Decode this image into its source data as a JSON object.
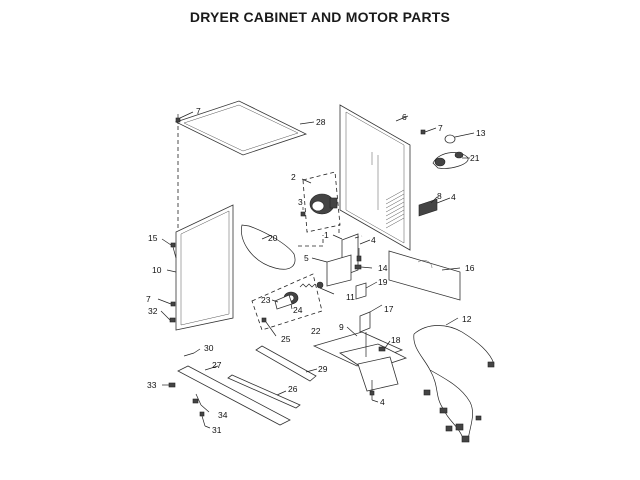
{
  "title": "DRYER CABINET AND MOTOR PARTS",
  "callouts": {
    "c7a": "7",
    "c28": "28",
    "c6": "6",
    "c7b": "7",
    "c13": "13",
    "c21": "21",
    "c2": "2",
    "c3": "3",
    "c8": "8",
    "c4a": "4",
    "c15": "15",
    "c20": "20",
    "c1": "1",
    "c4b": "4",
    "c5": "5",
    "c14": "14",
    "c16": "16",
    "c10": "10",
    "c19": "19",
    "c23": "23",
    "c11": "11",
    "c24": "24",
    "c7c": "7",
    "c32": "32",
    "c22": "22",
    "c17": "17",
    "c25": "25",
    "c12": "12",
    "c9": "9",
    "c18": "18",
    "c30": "30",
    "c27": "27",
    "c29": "29",
    "c33": "33",
    "c26": "26",
    "c4c": "4",
    "c34": "34",
    "c31": "31"
  }
}
